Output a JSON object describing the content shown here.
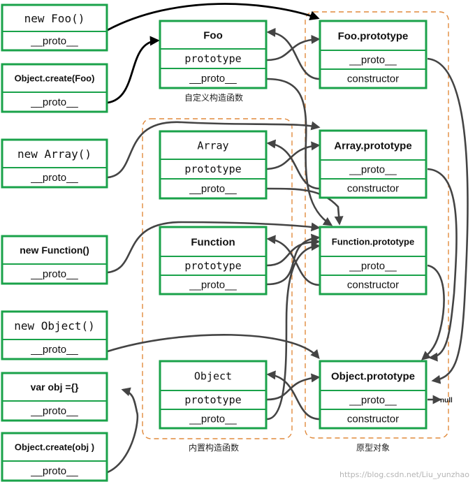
{
  "nodes": {
    "new_foo": {
      "title": "new Foo()",
      "rows": [
        "__proto__"
      ]
    },
    "object_create_foo": {
      "title": "Object.create(Foo)",
      "rows": [
        "__proto__"
      ]
    },
    "new_array": {
      "title": "new Array()",
      "rows": [
        "__proto__"
      ]
    },
    "new_function": {
      "title": "new Function()",
      "rows": [
        "__proto__"
      ]
    },
    "new_object": {
      "title": "new Object()",
      "rows": [
        "__proto__"
      ]
    },
    "var_obj": {
      "title": "var obj ={}",
      "rows": [
        "__proto__"
      ]
    },
    "object_create_obj": {
      "title": "Object.create(obj )",
      "rows": [
        "__proto__"
      ]
    },
    "foo": {
      "title": "Foo",
      "rows": [
        "prototype",
        "__proto__"
      ]
    },
    "array": {
      "title": "Array",
      "rows": [
        "prototype",
        "__proto__"
      ]
    },
    "function": {
      "title": "Function",
      "rows": [
        "prototype",
        "__proto__"
      ]
    },
    "object": {
      "title": "Object",
      "rows": [
        "prototype",
        "__proto__"
      ]
    },
    "foo_prototype": {
      "title": "Foo.prototype",
      "rows": [
        "__proto__",
        "constructor"
      ]
    },
    "array_prototype": {
      "title": "Array.prototype",
      "rows": [
        "__proto__",
        "constructor"
      ]
    },
    "function_prototype": {
      "title": "Function.prototype",
      "rows": [
        "__proto__",
        "constructor"
      ]
    },
    "object_prototype": {
      "title": "Object.prototype",
      "rows": [
        "__proto__",
        "constructor"
      ]
    }
  },
  "group_labels": {
    "custom_constructors": "自定义构造函数",
    "builtin_constructors": "内置构造函数",
    "prototype_objects": "原型对象"
  },
  "null_label": "null",
  "watermark": "https://blog.csdn.net/Liu_yunzhao",
  "colors": {
    "box_border": "#1aa24a",
    "group_border": "#e08a3c",
    "arrow": "#444444"
  }
}
